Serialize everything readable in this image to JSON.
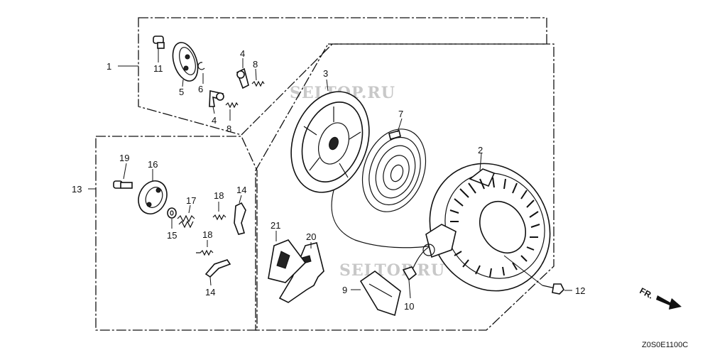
{
  "callouts": {
    "c1": "1",
    "c2": "2",
    "c3": "3",
    "c4a": "4",
    "c4b": "4",
    "c5": "5",
    "c6": "6",
    "c7": "7",
    "c8a": "8",
    "c8b": "8",
    "c9": "9",
    "c10": "10",
    "c11": "11",
    "c12": "12",
    "c13": "13",
    "c14a": "14",
    "c14b": "14",
    "c15": "15",
    "c16": "16",
    "c17": "17",
    "c18a": "18",
    "c18b": "18",
    "c19": "19",
    "c20": "20",
    "c21": "21"
  },
  "watermarks": {
    "upper": "SELTOP.RU",
    "lower": "SELTOP.RU"
  },
  "direction_label": "FR.",
  "diagram_code": "Z0S0E1100C"
}
